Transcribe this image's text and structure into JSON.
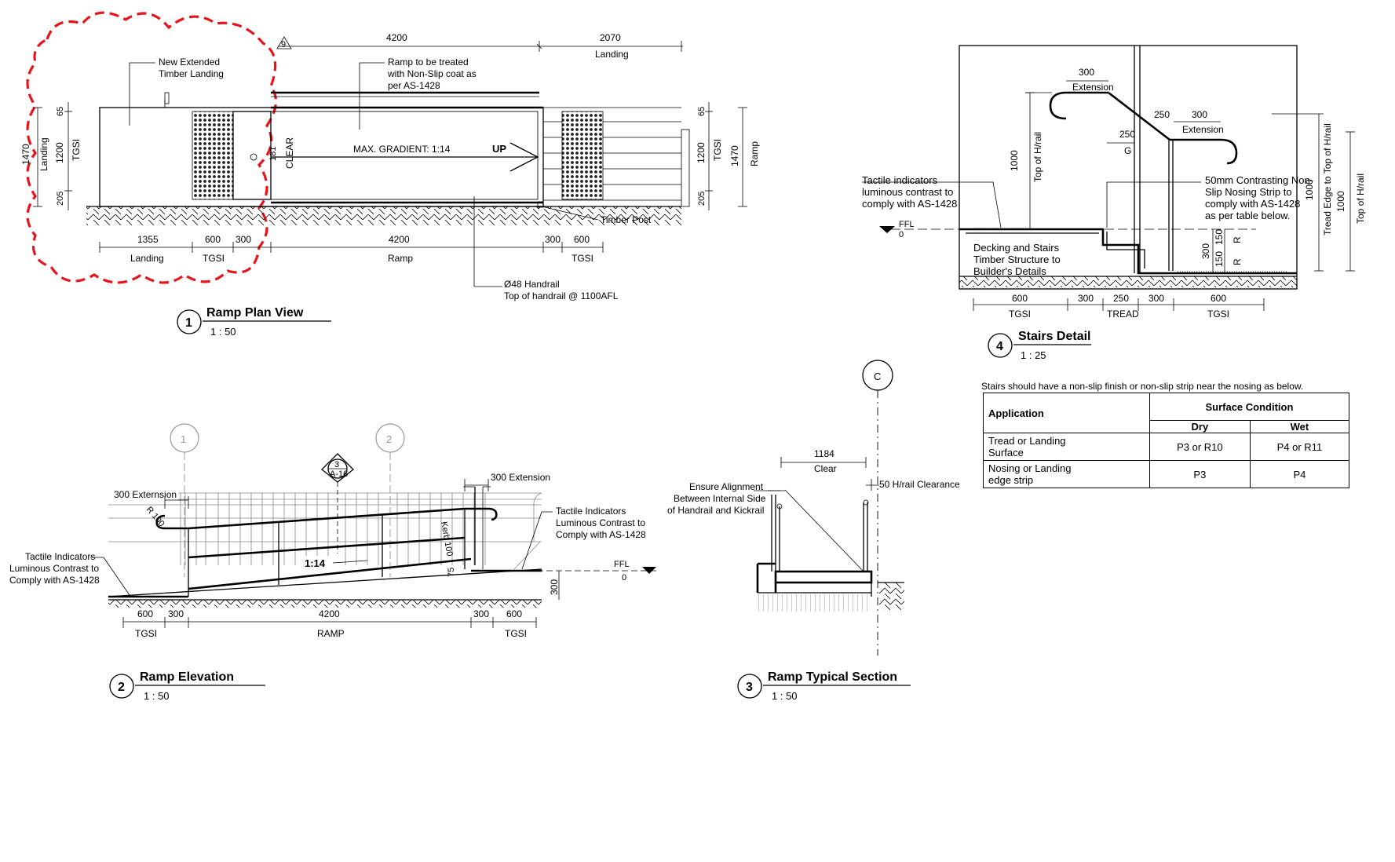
{
  "views": {
    "plan": {
      "number": "1",
      "title": "Ramp Plan View",
      "scale": "1 : 50"
    },
    "elevation": {
      "number": "2",
      "title": "Ramp Elevation",
      "scale": "1 : 50"
    },
    "section": {
      "number": "3",
      "title": "Ramp Typical Section",
      "scale": "1 : 50"
    },
    "stairs": {
      "number": "4",
      "title": "Stairs Detail",
      "scale": "1 : 25"
    }
  },
  "plan": {
    "revision_tag": "9",
    "dim_top": [
      "4200",
      "2070"
    ],
    "dim_top_label": "Landing",
    "note_landing": [
      "New Extended",
      "Timber Landing"
    ],
    "note_ramp": [
      "Ramp to be treated",
      "with Non-Slip coat as",
      "per AS-1428"
    ],
    "left_dims": [
      "1470",
      "65",
      "1200",
      "205"
    ],
    "left_labels": [
      "Landing",
      "TGSI"
    ],
    "right_dims": [
      "65",
      "1200",
      "205",
      "1470"
    ],
    "right_labels": [
      "TGSI",
      "Ramp"
    ],
    "clear_label": "CLEAR",
    "clear_dim": "181",
    "gradient": "MAX. GRADIENT: 1:14",
    "up": "UP",
    "timber_post": "Timber Post",
    "bottom_dims": [
      "1355",
      "600",
      "300",
      "4200",
      "300",
      "600"
    ],
    "bottom_labels": [
      "Landing",
      "TGSI",
      "Ramp",
      "TGSI"
    ],
    "handrail_note": [
      "Ø48 Handrail",
      "Top of handrail @ 1100AFL"
    ]
  },
  "elevation": {
    "grids": [
      "1",
      "2"
    ],
    "section_tag": [
      "3",
      "A-16"
    ],
    "ext_left": "300 Externsion",
    "ext_right": "300 Extension",
    "radius": "R 100",
    "kerb": "Kerb 100",
    "kerb_small": "75",
    "gradient": "1:14",
    "ffl": [
      "FFL",
      "0"
    ],
    "height_dim": "300",
    "note_right": [
      "Tactile Indicators",
      "Luminous Contrast to",
      "Comply with AS-1428"
    ],
    "note_left": [
      "Tactile Indicators",
      "Luminous Contrast to",
      "Comply with AS-1428"
    ],
    "bottom_dims": [
      "600",
      "300",
      "4200",
      "300",
      "600"
    ],
    "bottom_labels": [
      "TGSI",
      "RAMP",
      "TGSI"
    ]
  },
  "section": {
    "grid": "C",
    "clear_dim": "1184",
    "clear_label": "Clear",
    "clearance": "50 H/rail Clearance",
    "note": [
      "Ensure Alignment",
      "Between Internal Side",
      "of Handrail and Kickrail"
    ]
  },
  "stairs": {
    "ext_left": [
      "300",
      "Extension"
    ],
    "ext_right": [
      "250",
      "300",
      "Extension"
    ],
    "g_dim": [
      "250",
      "G"
    ],
    "h_left": [
      "1000",
      "Top of H/rail"
    ],
    "note_tactile": [
      "Tactile indicators",
      "luminous contrast to",
      "comply with AS-1428"
    ],
    "note_nosing": [
      "50mm Contrasting Non-",
      "Slip Nosing Strip to",
      "comply with AS-1428",
      "as per table below."
    ],
    "ffl": [
      "FFL",
      "0"
    ],
    "note_decking": [
      "Decking and Stairs",
      "Timber Structure to",
      "Builder's Details"
    ],
    "riser_dims": [
      "300",
      "150",
      "150"
    ],
    "riser_labels": [
      "R",
      "R"
    ],
    "right_dims": [
      "1000",
      "Tread Edge to Top of H/rail",
      "1000",
      "Top of H/rail"
    ],
    "bottom_dims": [
      "600",
      "300",
      "250",
      "300",
      "600"
    ],
    "bottom_labels": [
      "TGSI",
      "TREAD",
      "TGSI"
    ],
    "table_note": "Stairs should have a non-slip finish or non-slip strip near the nosing as below.",
    "table": {
      "col_application": "Application",
      "col_surface": "Surface Condition",
      "col_dry": "Dry",
      "col_wet": "Wet",
      "rows": [
        {
          "application": [
            "Tread or Landing",
            "Surface"
          ],
          "dry": "P3 or R10",
          "wet": "P4 or R11"
        },
        {
          "application": [
            "Nosing or Landing",
            "edge strip"
          ],
          "dry": "P3",
          "wet": "P4"
        }
      ]
    }
  },
  "colors": {
    "revision_cloud": "#e8141b",
    "line": "#000000",
    "grid_bubble": "#999999"
  }
}
